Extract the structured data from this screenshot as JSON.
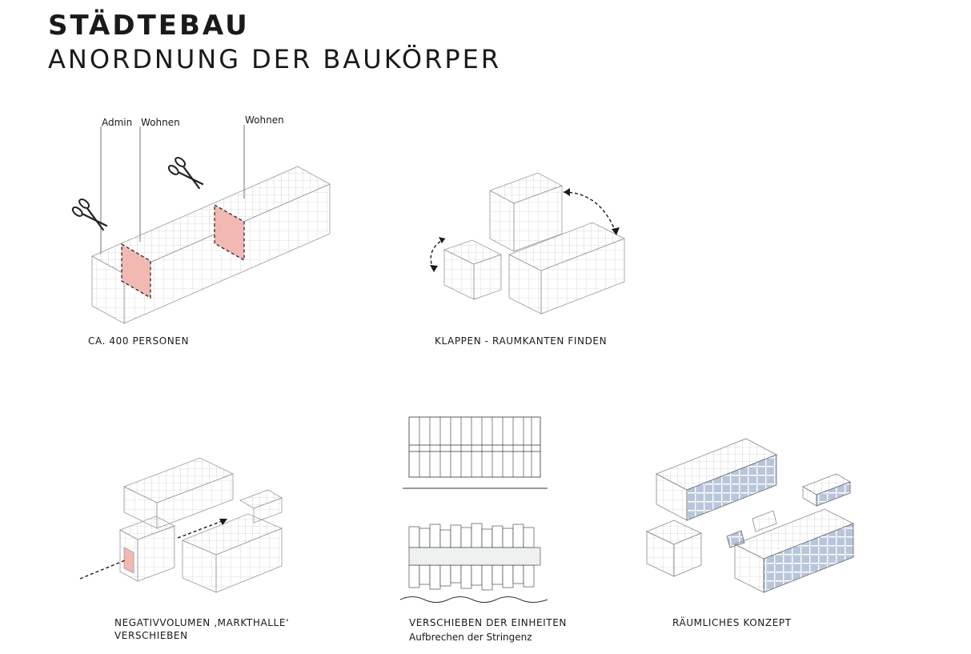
{
  "header": {
    "title": "STÄDTEBAU",
    "subtitle": "ANORDNUNG DER BAUKÖRPER"
  },
  "panels": [
    {
      "caption": "CA. 400 PERSONEN",
      "labels": [
        "Admin",
        "Wohnen",
        "Wohnen"
      ]
    },
    {
      "caption": "KLAPPEN - RAUMKANTEN FINDEN"
    },
    {
      "caption_lines": [
        "NEGATIVVOLUMEN ‚MARKTHALLE‘",
        "VERSCHIEBEN"
      ]
    },
    {
      "caption": "VERSCHIEBEN DER EINHEITEN",
      "subcaption": "Aufbrechen der Stringenz"
    },
    {
      "caption": "RÄUMLICHES KONZEPT"
    }
  ],
  "colors": {
    "cut_highlight": "#f2b8b2",
    "facade_blue": "#b7c6dc",
    "line": "#1a1a1a",
    "block_fill": "#ffffff"
  }
}
